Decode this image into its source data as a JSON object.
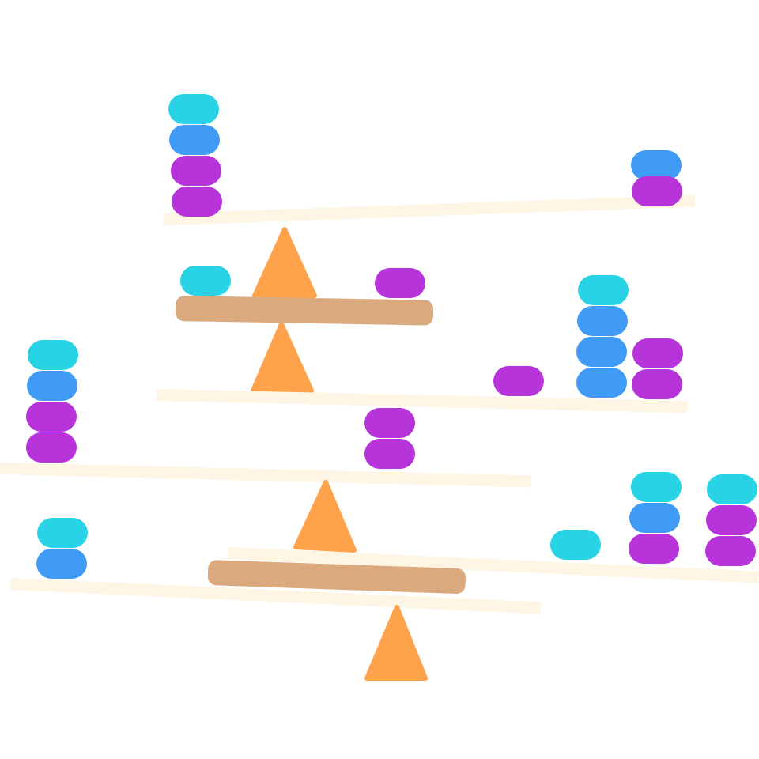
{
  "scene": {
    "name": "balance-scales-puzzle",
    "colors": {
      "background": "#ffffff",
      "cyan_block": "#29D3E6",
      "blue_block": "#3F9BF6",
      "purple_block": "#B734DA",
      "light_plank": "#FEF5E4",
      "wood_plank": "#DBA97E",
      "fulcrum": "#FFA24C"
    },
    "block_colors": [
      "cyan",
      "blue",
      "purple"
    ],
    "scales": [
      {
        "id": "top-scale",
        "left_stack": [
          "cyan",
          "blue",
          "purple",
          "purple"
        ],
        "right_stack": [
          "blue",
          "purple"
        ],
        "tilt": "left-heavy"
      },
      {
        "id": "second-scale",
        "left_stack": [
          "cyan"
        ],
        "right_stack": [
          "purple"
        ],
        "tilt": "level"
      },
      {
        "id": "third-scale",
        "left_stack": [],
        "right_stack": [
          [
            "purple"
          ],
          [
            "cyan",
            "blue",
            "blue",
            "blue"
          ],
          [
            "purple",
            "purple"
          ]
        ],
        "tilt": "right-heavy"
      },
      {
        "id": "fourth-scale",
        "left_stack": [
          "cyan",
          "blue",
          "purple",
          "purple"
        ],
        "right_stack": [
          "purple",
          "purple"
        ],
        "tilt": "left-heavy"
      },
      {
        "id": "fifth-scale",
        "left_stack": [
          "cyan",
          "blue"
        ],
        "right_stack": [
          [
            "cyan"
          ],
          [
            "cyan",
            "blue",
            "purple"
          ],
          [
            "cyan",
            "purple",
            "purple"
          ]
        ],
        "tilt": "right-heavy"
      }
    ]
  }
}
